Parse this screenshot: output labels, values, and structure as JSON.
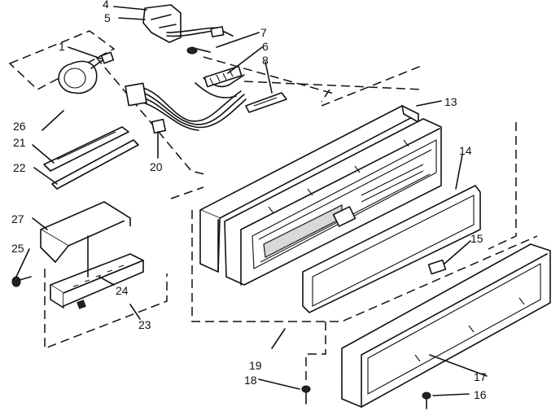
{
  "diagram": {
    "callouts": [
      {
        "id": "c4",
        "text": "4"
      },
      {
        "id": "c5",
        "text": "5"
      },
      {
        "id": "c1",
        "text": "1"
      },
      {
        "id": "c7",
        "text": "7"
      },
      {
        "id": "c6",
        "text": "6"
      },
      {
        "id": "c8",
        "text": "8"
      },
      {
        "id": "c13",
        "text": "13"
      },
      {
        "id": "c26",
        "text": "26"
      },
      {
        "id": "c21",
        "text": "21"
      },
      {
        "id": "c22",
        "text": "22"
      },
      {
        "id": "c20",
        "text": "20"
      },
      {
        "id": "c14",
        "text": "14"
      },
      {
        "id": "c27",
        "text": "27"
      },
      {
        "id": "c15",
        "text": "15"
      },
      {
        "id": "c25",
        "text": "25"
      },
      {
        "id": "c24",
        "text": "24"
      },
      {
        "id": "c23",
        "text": "23"
      },
      {
        "id": "c19",
        "text": "19"
      },
      {
        "id": "c17",
        "text": "17"
      },
      {
        "id": "c18",
        "text": "18"
      },
      {
        "id": "c16",
        "text": "16"
      }
    ]
  }
}
